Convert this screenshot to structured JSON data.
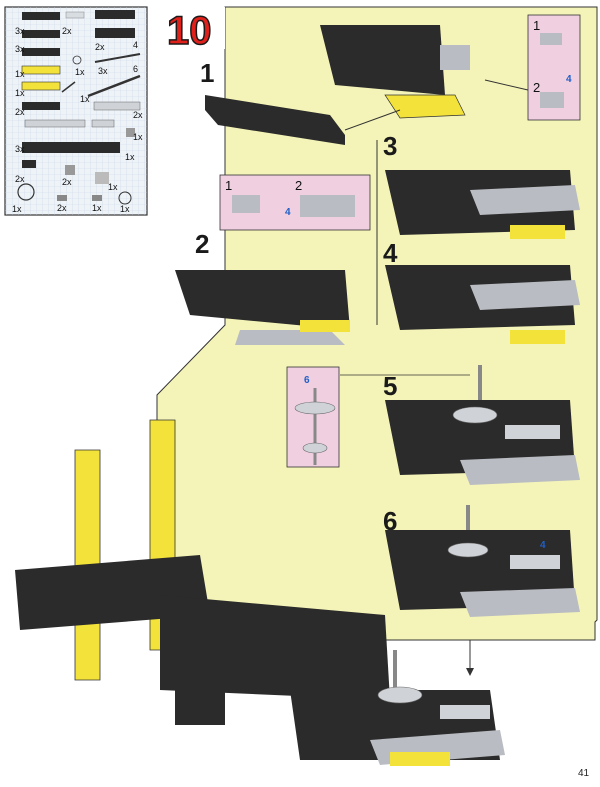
{
  "page_number": "41",
  "main_step": "10",
  "colors": {
    "panel_bg": "#f4f4b8",
    "parts_grid": "#e8f0f7",
    "callout_bg": "#f0cfe0",
    "brick_black": "#2b2b2b",
    "brick_yellow": "#f2e23a",
    "brick_grey": "#b9bcc2",
    "step_red": "#e0201b",
    "accent_blue": "#1f5fc8"
  },
  "parts_list": [
    {
      "qty": "3x"
    },
    {
      "qty": "2x"
    },
    {
      "qty": "3x"
    },
    {
      "qty": "2x"
    },
    {
      "qty": "4"
    },
    {
      "qty": "1x"
    },
    {
      "qty": "3x"
    },
    {
      "qty": "6"
    },
    {
      "qty": "1x"
    },
    {
      "qty": "1x"
    },
    {
      "qty": "1x"
    },
    {
      "qty": "2x"
    },
    {
      "qty": "2x"
    },
    {
      "qty": "1x"
    },
    {
      "qty": "3x"
    },
    {
      "qty": "1x"
    },
    {
      "qty": "2x"
    },
    {
      "qty": "2x"
    },
    {
      "qty": "1x"
    },
    {
      "qty": "1x"
    },
    {
      "qty": "2x"
    },
    {
      "qty": "1x"
    },
    {
      "qty": "1x"
    }
  ],
  "substeps": [
    "1",
    "2",
    "3",
    "4",
    "5",
    "6"
  ],
  "callouts": {
    "top_right": {
      "n1": "1",
      "n2": "2",
      "blue": "4"
    },
    "mid_left": {
      "n1": "1",
      "n2": "2",
      "blue": "4"
    },
    "axle": {
      "blue": "6"
    },
    "step6_blue": "4"
  }
}
